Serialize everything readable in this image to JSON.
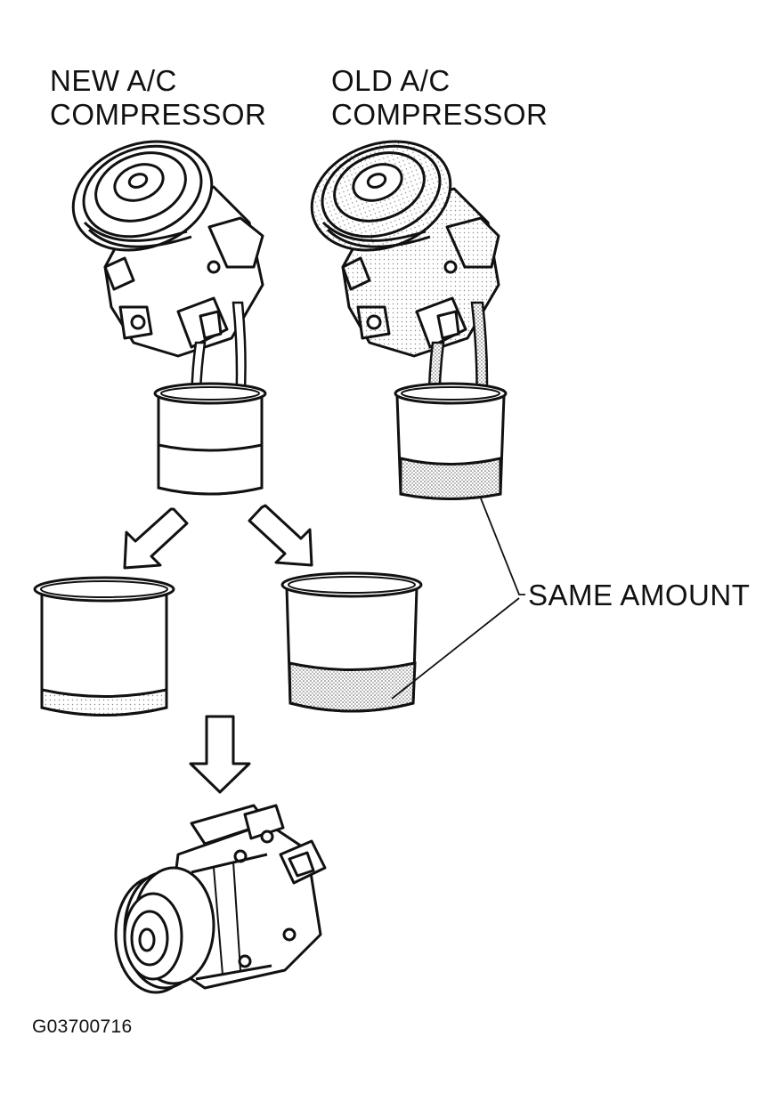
{
  "labels": {
    "new_compressor": [
      "NEW A/C",
      "COMPRESSOR"
    ],
    "old_compressor": [
      "OLD A/C",
      "COMPRESSOR"
    ],
    "same_amount": "SAME AMOUNT"
  },
  "figure_code": "G03700716",
  "colors": {
    "ink": "#111111",
    "paper": "#ffffff",
    "oil_dots": "#8a8a8a"
  }
}
